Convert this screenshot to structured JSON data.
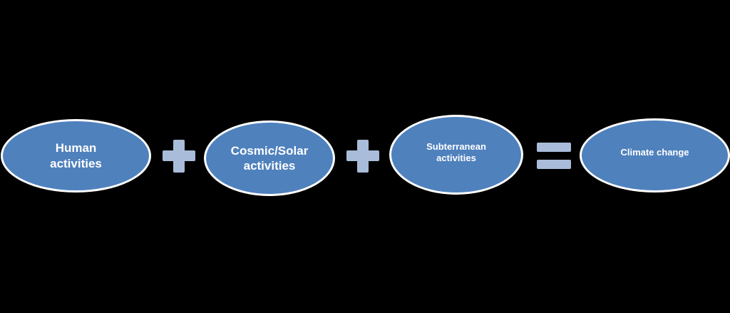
{
  "colors": {
    "background": "#000000",
    "node_fill": "#4f81bd",
    "node_border": "#ffffff",
    "operator_fill": "#a9bcd9",
    "text": "#ffffff"
  },
  "diagram": {
    "nodes": [
      {
        "id": "human",
        "label": "Human activities"
      },
      {
        "id": "cosmic",
        "label": "Cosmic/Solar activities"
      },
      {
        "id": "subterranean",
        "label": "Subterranean activities"
      },
      {
        "id": "climate",
        "label": "Climate change"
      }
    ],
    "operators": [
      "plus-icon",
      "plus-icon",
      "equals-icon"
    ]
  }
}
